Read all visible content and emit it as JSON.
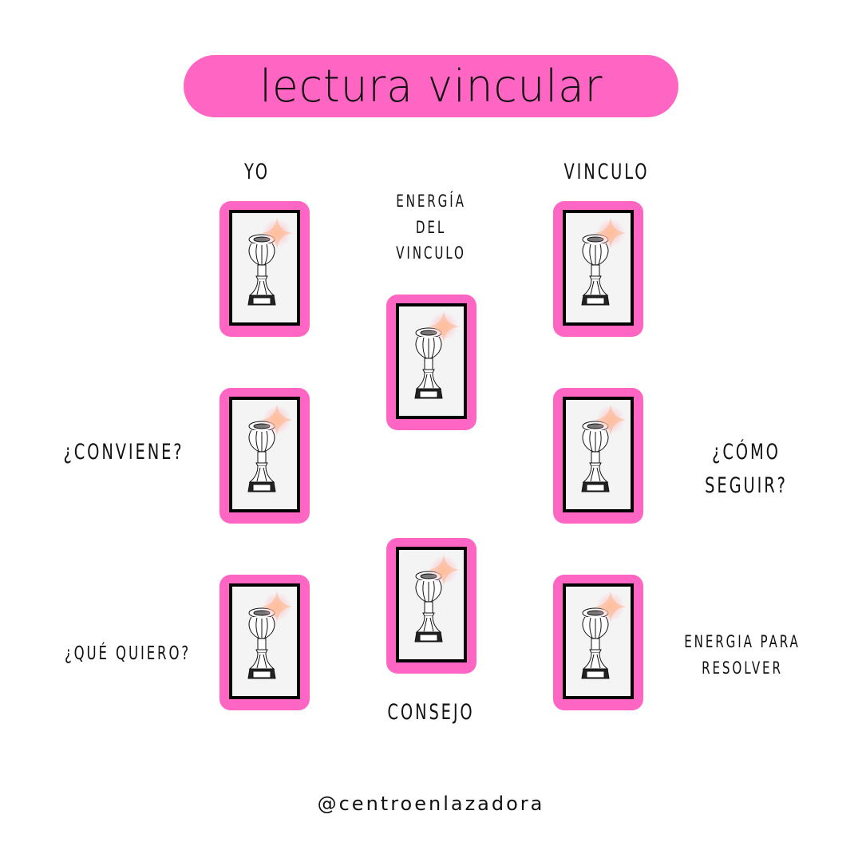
{
  "title": "lectura vincular",
  "accent_color": "#ff66c4",
  "positions": [
    {
      "label": "YO"
    },
    {
      "label": "VINCULO"
    },
    {
      "label_lines": [
        "ENERGÍA",
        "DEL",
        "VINCULO"
      ]
    },
    {
      "label": "¿CONVIENE?"
    },
    {
      "label": "¿CÓMO SEGUIR?"
    },
    {
      "label": "CONSEJO"
    },
    {
      "label": "¿QUÉ QUIERO?"
    },
    {
      "label_lines": [
        "ENERGIA PARA",
        "RESOLVER"
      ]
    }
  ],
  "card_icon": "chalice-icon",
  "footer_handle": "@centroenlazadora"
}
